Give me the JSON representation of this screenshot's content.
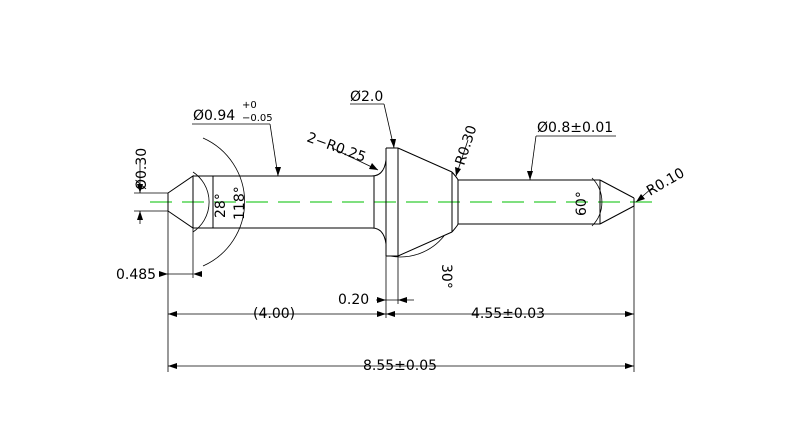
{
  "annotations": {
    "dia_tip_small": "Ø0.30",
    "dia_shank_main": "Ø0.94",
    "dia_shank_tol_upper": "+0",
    "dia_shank_tol_lower": "−0.05",
    "dia_collar": "Ø2.0",
    "radius_pair": "2−R0.25",
    "radius_neck": "R0.30",
    "dia_pin": "Ø0.8±0.01",
    "radius_tip": "R0.10",
    "angle_small_cone": "28°",
    "angle_large_cone": "118°",
    "angle_collar_taper": "30°",
    "angle_tip_cone": "60°",
    "len_left_chamfer": "0.485",
    "len_collar": "0.20",
    "len_left": "(4.00)",
    "len_right": "4.55±0.03",
    "len_total": "8.55±0.05"
  },
  "colors": {
    "line": "#000000",
    "centerline": "#33cc33",
    "background": "#ffffff"
  }
}
